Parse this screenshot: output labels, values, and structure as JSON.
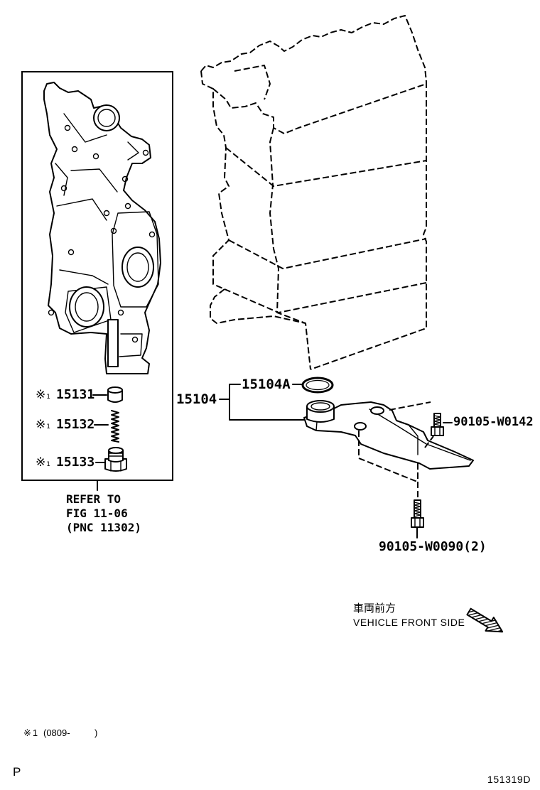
{
  "inset": {
    "parts": [
      {
        "mark": "※",
        "mark_num": "1",
        "part_no": "15131"
      },
      {
        "mark": "※",
        "mark_num": "1",
        "part_no": "15132"
      },
      {
        "mark": "※",
        "mark_num": "1",
        "part_no": "15133"
      }
    ],
    "refer_note": [
      "REFER TO",
      "FIG 11-06",
      "(PNC 11302)"
    ]
  },
  "callouts": {
    "assembly": "15104",
    "o_ring": "15104A",
    "bolt_upper": "90105-W0142",
    "bolt_lower": "90105-W0090(2)"
  },
  "direction": {
    "label_jp": "車両前方",
    "label_en": "VEHICLE FRONT SIDE",
    "icon": "arrow-down-right-icon"
  },
  "footnote": {
    "mark": "※",
    "mark_num": "1",
    "range_open": "(0809-",
    "range_close": ")"
  },
  "page_marker": "P",
  "illustration_code": "151319D",
  "colors": {
    "ink": "#000000",
    "paper": "#ffffff"
  }
}
